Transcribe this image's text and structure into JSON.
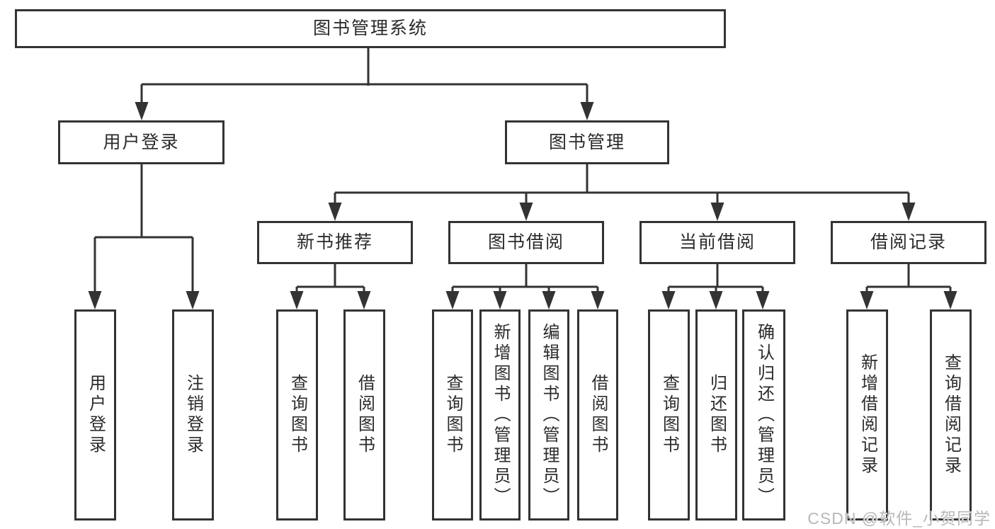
{
  "tree": {
    "root": {
      "label": "图书管理系统"
    },
    "level2": [
      {
        "id": "user-login",
        "label": "用户登录"
      },
      {
        "id": "book-management",
        "label": "图书管理"
      }
    ],
    "level3": [
      {
        "id": "new-book-recommendation",
        "label": "新书推荐"
      },
      {
        "id": "book-borrowing",
        "label": "图书借阅"
      },
      {
        "id": "current-borrowing",
        "label": "当前借阅"
      },
      {
        "id": "borrowing-records",
        "label": "借阅记录"
      }
    ],
    "leaves": [
      {
        "parent": "user-login",
        "label": "用户登录"
      },
      {
        "parent": "user-login",
        "label": "注销登录"
      },
      {
        "parent": "new-book-recommendation",
        "label": "查询图书"
      },
      {
        "parent": "new-book-recommendation",
        "label": "借阅图书"
      },
      {
        "parent": "book-borrowing",
        "label": "查询图书"
      },
      {
        "parent": "book-borrowing",
        "label": "新增图书（管理员）"
      },
      {
        "parent": "book-borrowing",
        "label": "编辑图书（管理员）"
      },
      {
        "parent": "book-borrowing",
        "label": "借阅图书"
      },
      {
        "parent": "current-borrowing",
        "label": "查询图书"
      },
      {
        "parent": "current-borrowing",
        "label": "归还图书"
      },
      {
        "parent": "current-borrowing",
        "label": "确认归还（管理员）"
      },
      {
        "parent": "borrowing-records",
        "label": "新增借阅记录"
      },
      {
        "parent": "borrowing-records",
        "label": "查询借阅记录"
      }
    ]
  },
  "watermark": "CSDN @软件_小贺同学",
  "colors": {
    "line": "#333333",
    "box_border": "#333333",
    "text": "#2b2b2b",
    "watermark": "#b8b8b8",
    "background": "#ffffff"
  }
}
